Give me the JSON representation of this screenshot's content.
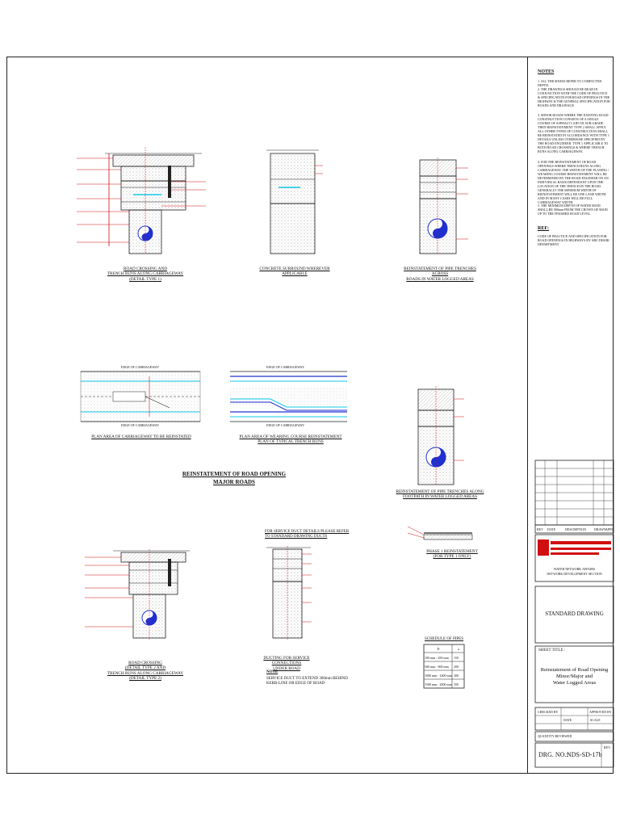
{
  "notes": {
    "title": "NOTES",
    "items": [
      "1. ALL THICKNESS REFER TO COMPACTED DEPTH.",
      "2. THE DRAWINGS SHOULD BE READ IN CONJUNCTION WITH THE CODE OF PRACTICE & SPECIFICATION FOR ROAD OPENINGS IN THE HIGHWAY & THE GENERAL SPECIFICATION FOR ROADS AND DRAINAGE.",
      "3. MINOR ROADS WHERE THE EXISTING ROAD CONSTRUCTION CONSISTS OF A SINGLE COURSE OF ASPHALT LAID ON SUB-GRADE THEN REINSTATEMENT TYPE 2 SHALL APPLY. ALL OTHER TYPES OF CONSTRUCTION SHALL BE REINSTATED IN ACCORDANCE WITH TYPE 1 DETAILS UNLESS OTHERWISE SPECIFIED BY THE ROAD ENGINEER. TYPE 1 APPLICABLE TO BOTH ROAD CROSSINGS & WHERE TRENCH RUNS ALONG CARRIAGEWAY.",
      "4. FOR THE REINSTATEMENT OF ROAD OPENINGS WHERE TRENCH RUNS ALONG CARRIAGEWAY, THE WIDTH OF THE PLANING / WEARING COURSE REINSTATEMENT WILL BE DETERMINED BY THE ROAD ENGINEER ON AN INDIVIDUAL BASIS DEPENDANT UPON THE LOCATION OF THE TRENCH IN THE ROAD. GENERALLY THE MINIMUM WIDTH OF REINSTATEMENT WILL BE ONE LANE WIDTH AND IN MANY CASES WILL BE FULL CARRIAGEWAY WIDTH.",
      "5. THE MINIMUM DEPTH OF WATER MAIN SHALL BE 900mm FROM THE CROWN OF MAIN UP TO THE FINISHED ROAD LEVEL."
    ],
    "ref_title": "REF:",
    "ref_text": "CODE OF PRACTICE AND SPECIFICATION FOR ROAD OPENINGS IN HIGHWAYS BY ABU DHABI DEPARTMENT."
  },
  "main_heading": {
    "line1": "REINSTATEMENT OF ROAD OPENING",
    "line2": "MAJOR ROADS"
  },
  "captions": {
    "c1": "ROAD CROSSING AND\nTRENCH RUNS ALONG CARRIAGEWAY\n(DETAIL TYPE 1)",
    "c2": "CONCRETE SURROUND WHEREVER APPLICABLE",
    "c3": "REINSTATEMENT OF PIPE TRENCHES ACROSS\nROADS IN WATER LOGGED AREAS",
    "c4": "PLAN AREA OF CARRIAGEWAY TO BE REINSTATED",
    "c5": "PLAN AREA OF WEARING COURSE REINSTATEMENT\nPLAN OF TYPICAL TRENCH RUNS",
    "c6": "REINSTATEMENT OF PIPE TRENCHES ALONG\nFOOTPATH IN WATER LOGGED AREAS",
    "c7": "PHASE 1 REINSTATEMENT\n(FOR TYPE 1 ONLY)",
    "c8": "ROAD CROSSING\n(DETAIL TYPE 2 AND\nTRENCH RUNS ALONG CARRIAGEWAY\n(DETAIL TYPE 2)",
    "c9": "DUCTING FOR SERVICE CONNECTIONS\nUNDER ROAD",
    "service_duct_note": "FOR SERVICE DUCT DETAILS PLEASE REFER\nTO STANDARD DRAWING DUCTS",
    "note_title": "NOTE",
    "note_text": "SERVICE DUCT TO EXTEND 300mm BEHIND\nKERB-LINE OR EDGE OF ROAD"
  },
  "plan_labels": {
    "edge_carriageway_top_1": "EDGE OF CARRIAGEWAY",
    "edge_carriageway_bottom_1": "EDGE OF CARRIAGEWAY",
    "edge_carriageway_top_2": "EDGE OF CARRIAGEWAY",
    "edge_carriageway_bottom_2": "EDGE OF CARRIAGEWAY"
  },
  "schedule": {
    "title": "SCHEDULE OF PIPES",
    "header": [
      "D",
      "a"
    ],
    "rows": [
      [
        "100 mm - 450 mm",
        "150"
      ],
      [
        "500 mm - 900 mm",
        "200"
      ],
      [
        "1000 mm - 1400 mm",
        "300"
      ],
      [
        "1500 mm - 2000 mm",
        "350"
      ]
    ]
  },
  "title_block": {
    "revision_headers": [
      "REV",
      "DATE",
      "DESCRIPTION",
      "DRAWN",
      "APPD"
    ],
    "dept_line1": "WATER NETWORK AFFAIRS",
    "dept_line2": "NETWORK DEVELOPMENT SECTION",
    "standard": "STANDARD DRAWING",
    "sheet_title_label": "SHEET TITLE :",
    "sheet_title_line1": "Reinstatement of Road Opening",
    "sheet_title_line2": "Minor/Major and",
    "sheet_title_line3": "Water Logged Areas",
    "checked_label": "CHECKED BY",
    "approved_label": "APPROVED BY",
    "date_label": "DATE",
    "scale_label": "SCALE",
    "quantities": "QUANTITY REVIEWED",
    "drg_label": "DRG. NO.:",
    "drg_no": "NDS-SD-17b",
    "rev_label": "REV."
  },
  "colors": {
    "accent_red": "#d01010",
    "accent_cyan": "#10c8e8",
    "accent_blue": "#2030d0"
  }
}
